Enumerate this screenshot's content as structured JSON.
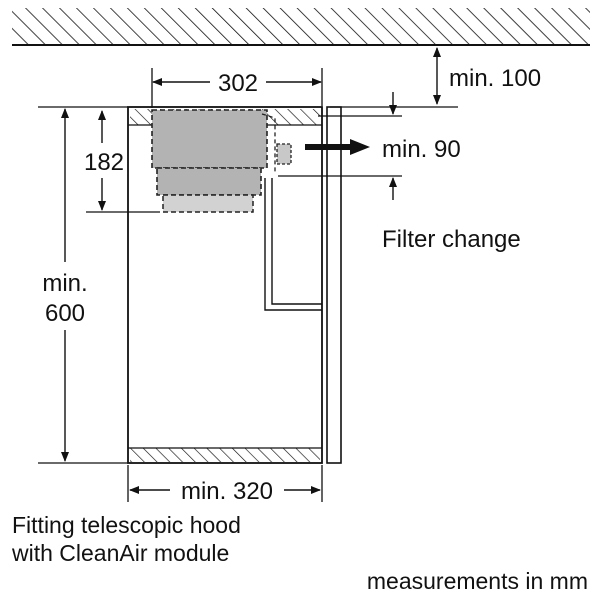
{
  "dimensions": {
    "top_width": "302",
    "ceiling_gap": "min. 100",
    "filter_depth": "min. 90",
    "module_height": "182",
    "cabinet_height_line1": "min.",
    "cabinet_height_line2": "600",
    "bottom_width": "min. 320"
  },
  "labels": {
    "filter_change": "Filter change",
    "caption_line1": "Fitting telescopic hood",
    "caption_line2": "with CleanAir module",
    "units_note": "measurements in mm"
  },
  "colors": {
    "line": "#111111",
    "module_fill": "#b3b3b3",
    "background": "#ffffff"
  }
}
